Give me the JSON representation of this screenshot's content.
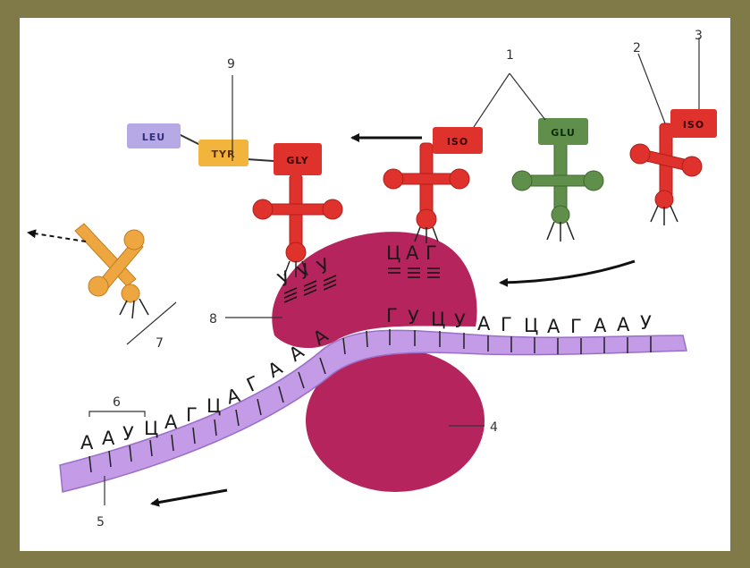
{
  "labels": {
    "n1": "1",
    "n2": "2",
    "n3": "3",
    "n4": "4",
    "n5": "5",
    "n6": "6",
    "n7": "7",
    "n8": "8",
    "n9": "9"
  },
  "amino_acids": {
    "leu": "LEU",
    "tyr": "TYR",
    "gly": "GLY",
    "iso_attached": "ISO",
    "glu": "GLU",
    "iso_free": "ISO"
  },
  "codons_mrna": {
    "left": [
      "А",
      "А",
      "У",
      "Ц",
      "А",
      "Г",
      "Ц",
      "А",
      "Г",
      "А",
      "А",
      "А"
    ],
    "right": [
      "Г",
      "У",
      "Ц",
      "У",
      "А",
      "Г",
      "Ц",
      "А",
      "Г",
      "А",
      "А",
      "У"
    ]
  },
  "anticodons": {
    "gly": [
      "У",
      "У",
      "У"
    ],
    "iso": [
      "Ц",
      "А",
      "Г"
    ]
  },
  "colors": {
    "frame": "#7f7a48",
    "ribosome": "#b5245c",
    "mrna": "#c49be6",
    "trna_red": "#e0322d",
    "trna_green": "#5f8f4a",
    "trna_orange": "#eda640",
    "leu_box": "#b7a9e6",
    "tyr_box": "#f2b43c",
    "red_box": "#e0322d",
    "green_box": "#5f8f4a"
  }
}
